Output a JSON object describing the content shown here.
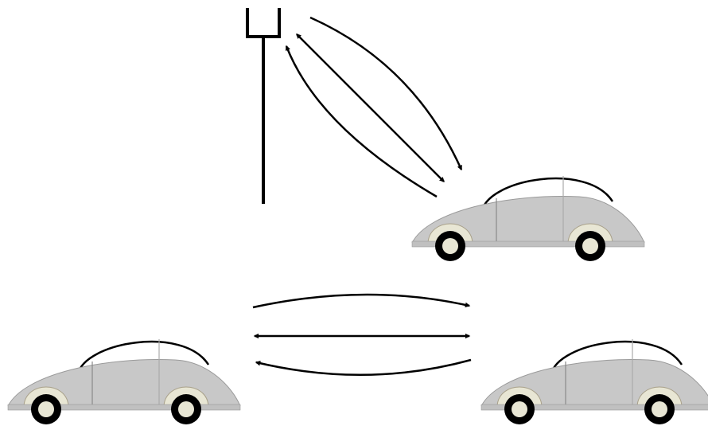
{
  "diagram": {
    "nodes": [
      {
        "id": "antenna",
        "kind": "antenna-icon"
      },
      {
        "id": "car-top-right",
        "kind": "car-icon"
      },
      {
        "id": "car-bottom-left",
        "kind": "car-icon"
      },
      {
        "id": "car-bottom-right",
        "kind": "car-icon"
      }
    ],
    "links": [
      {
        "from": "antenna",
        "to": "car-top-right",
        "arrows": "end",
        "shape": "curved"
      },
      {
        "from": "antenna",
        "to": "car-top-right",
        "arrows": "both",
        "shape": "straight"
      },
      {
        "from": "car-top-right",
        "to": "antenna",
        "arrows": "end",
        "shape": "curved"
      },
      {
        "from": "car-bottom-left",
        "to": "car-bottom-right",
        "arrows": "end",
        "shape": "curved"
      },
      {
        "from": "car-bottom-left",
        "to": "car-bottom-right",
        "arrows": "both",
        "shape": "straight"
      },
      {
        "from": "car-bottom-right",
        "to": "car-bottom-left",
        "arrows": "end",
        "shape": "curved"
      }
    ]
  },
  "colors": {
    "car_body": "#c8c8c8",
    "car_fender": "#e8e6d4",
    "outline": "#000000",
    "background": "#ffffff"
  }
}
